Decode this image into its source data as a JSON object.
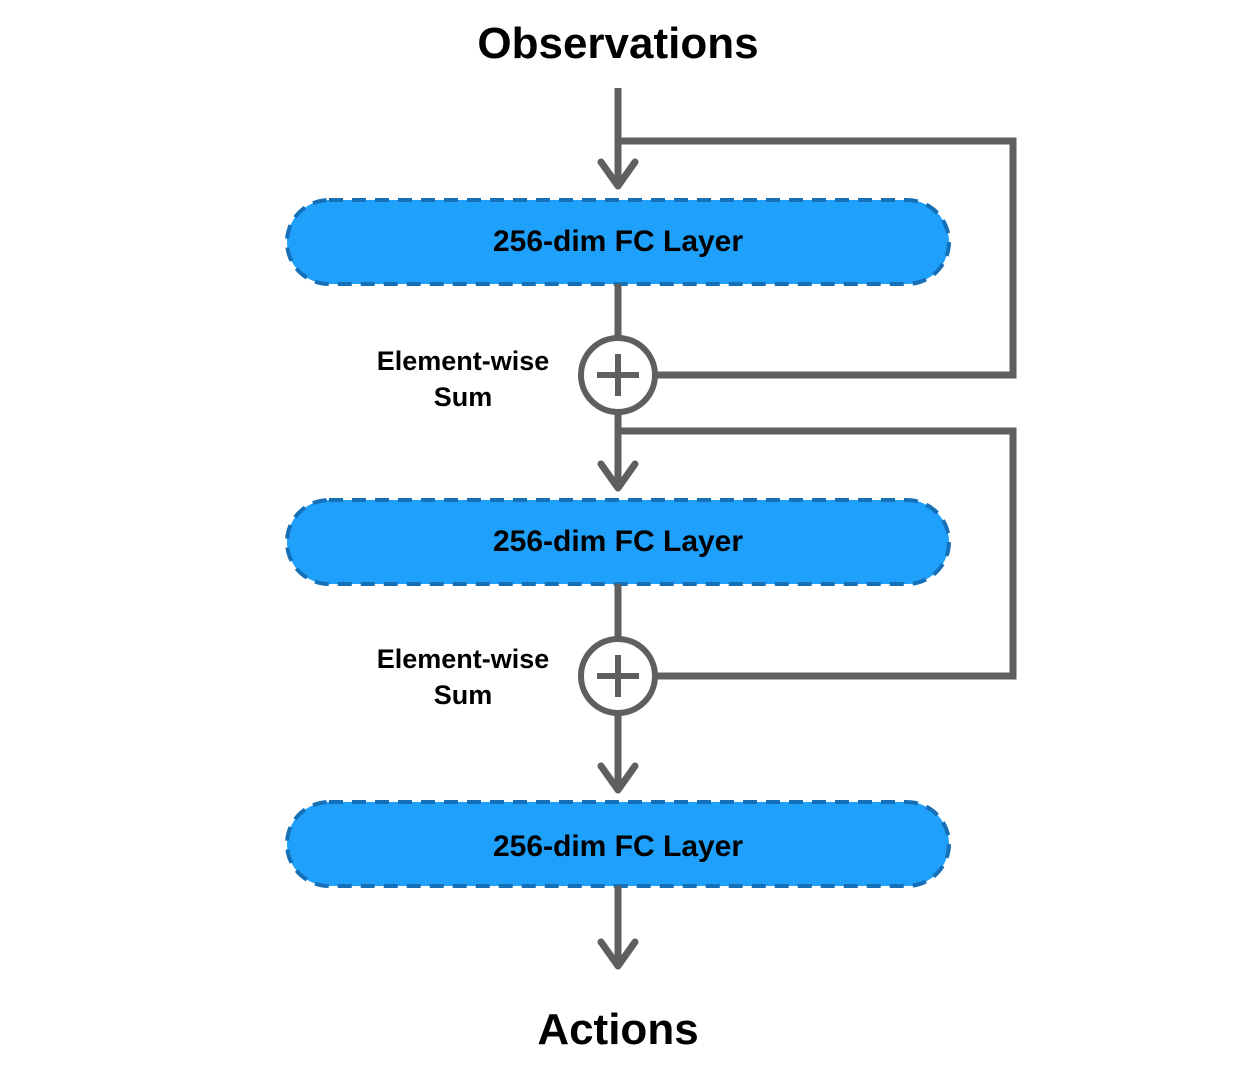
{
  "diagram": {
    "input_label": "Observations",
    "output_label": "Actions",
    "layers": [
      {
        "label": "256-dim FC Layer"
      },
      {
        "label": "256-dim FC Layer"
      },
      {
        "label": "256-dim FC Layer"
      }
    ],
    "sum_nodes": [
      {
        "label_line1": "Element-wise",
        "label_line2": "Sum"
      },
      {
        "label_line1": "Element-wise",
        "label_line2": "Sum"
      }
    ],
    "colors": {
      "layer_fill": "#1ea0fb",
      "layer_border": "#1670b8",
      "connector": "#5f5f5f"
    }
  }
}
